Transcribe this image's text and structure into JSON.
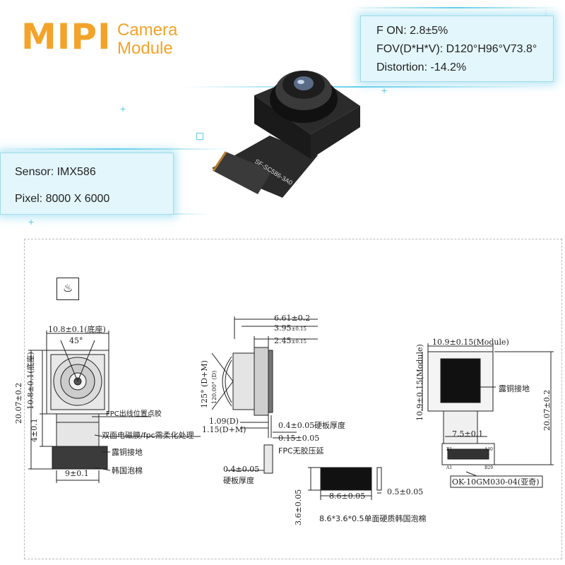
{
  "header": {
    "brand": "MIPI",
    "subtitle_line1": "Camera",
    "subtitle_line2": "Module"
  },
  "specs_right": {
    "f_on": "F ON: 2.8±5%",
    "fov": "FOV(D*H*V): D120°H96°V73.8°",
    "distortion": "Distortion: -14.2%"
  },
  "specs_left": {
    "sensor": "Sensor: IMX586",
    "pixel": "Pixel: 8000 X 6000"
  },
  "product": {
    "flex_print": "SF-SC586-3A0"
  },
  "drawing": {
    "front_view": {
      "width_base": "10.8±0.1(底座)",
      "angle": "45°",
      "height_base": "10.8±0.1(底座)",
      "total_height": "20.07±0.2",
      "flex_height": "4±0.1",
      "bottom_width": "9±0.1",
      "note_dispense": "FPC出线位置点胶",
      "note_tape": "双面电磁膜/fpc需柔化处理",
      "note_copper": "露铜接地",
      "note_foam": "韩国泡棉"
    },
    "side_view": {
      "d661": "6.61±0.2",
      "d395": "3.95",
      "d395_tol": "±0.15",
      "d245": "2.45",
      "d245_tol": "±0.15",
      "angle_dm": "125° (D+M)",
      "angle_d": "120.00° (D)",
      "d109": "1.09(D)",
      "d115": "1.15(D+M)",
      "d04_top": "0.4±0.05",
      "stiffener_top": "硬板厚度",
      "d015": "0.15±0.05",
      "fpc_note": "FPC无胶压延",
      "d04_bottom": "0.4±0.05",
      "stiffener_bottom": "硬板厚度"
    },
    "back_view": {
      "width_module": "10.9±0.15(Module)",
      "height_module": "10.9±0.15(Module)",
      "total_height": "20.07±0.2",
      "note_copper": "露铜接地",
      "conn_width": "7.5±0.1",
      "connector": "OK-10GM030-04(亚奇)",
      "pin_a30": "A30",
      "pin_b29": "B29",
      "pin_a1": "A1",
      "pin_b1": "B1"
    },
    "foam": {
      "width": "8.6±0.05",
      "height": "3.6±0.05",
      "thickness": "0.5±0.05",
      "caption": "8.6*3.6*0.5单面硬质韩国泡棉"
    }
  },
  "colors": {
    "brand_orange": "#f3a32a",
    "glow_cyan": "#5ac8e6",
    "ink": "#222222"
  }
}
